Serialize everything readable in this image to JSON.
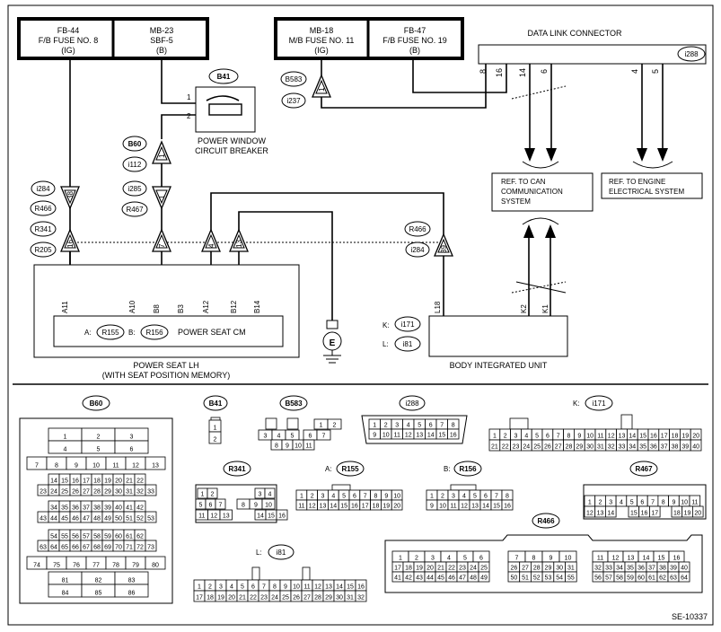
{
  "fuses": [
    {
      "code": "FB-44",
      "name": "F/B FUSE NO. 8",
      "mode": "(IG)"
    },
    {
      "code": "MB-23",
      "name": "SBF-5",
      "mode": "(B)"
    },
    {
      "code": "MB-18",
      "name": "M/B FUSE NO. 11",
      "mode": "(IG)"
    },
    {
      "code": "FB-47",
      "name": "F/B FUSE NO. 19",
      "mode": "(B)"
    }
  ],
  "breaker": {
    "tag": "B41",
    "label1": "POWER WINDOW",
    "label2": "CIRCUIT BREAKER",
    "pin1": "1",
    "pin2": "2"
  },
  "dlc": {
    "label": "DATA LINK CONNECTOR",
    "tag": "i288",
    "pins": [
      "8",
      "16",
      "14",
      "6",
      "4",
      "5"
    ]
  },
  "refs": {
    "can1": "REF. TO CAN",
    "can2": "COMMUNICATION",
    "can3": "SYSTEM",
    "eng1": "REF. TO ENGINE",
    "eng2": "ELECTRICAL SYSTEM"
  },
  "tags": {
    "b583": "B583",
    "i237": "i237",
    "b60": "B60",
    "i112": "i112",
    "i285": "i285",
    "r467": "R467",
    "i284": "i284",
    "r466": "R466",
    "r341": "R341",
    "r205": "R205",
    "r466b": "R466",
    "i284b": "i284"
  },
  "conn_pins": {
    "p1": "1",
    "p1b": "1",
    "p1c": "1",
    "p38": "38",
    "p16": "16",
    "p7": "7",
    "p4": "4",
    "p13": "13",
    "p39": "39"
  },
  "seat": {
    "pins": [
      "A11",
      "A10",
      "B8",
      "B3",
      "A12",
      "B12",
      "B14"
    ],
    "cm_label": "POWER SEAT CM",
    "a_label": "A:",
    "a_tag": "R155",
    "b_label": "B:",
    "b_tag": "R156",
    "title1": "POWER SEAT LH",
    "title2": "(WITH SEAT POSITION MEMORY)"
  },
  "ground": "E",
  "biu": {
    "pins": [
      "L18",
      "K2",
      "K1"
    ],
    "k_label": "K:",
    "k_tag": "i171",
    "l_label": "L:",
    "l_tag": "i81",
    "title": "BODY INTEGRATED UNIT"
  },
  "connectors": {
    "b60": "B60",
    "b41": "B41",
    "b583": "B583",
    "i288": "i288",
    "k_label": "K:",
    "i171": "i171",
    "r341": "R341",
    "a_label": "A:",
    "r155": "R155",
    "b_label": "B:",
    "r156": "R156",
    "r467": "R467",
    "r466": "R466",
    "l_label": "L:",
    "i81": "i81"
  },
  "b60_rows": [
    [
      "1",
      "2",
      "3"
    ],
    [
      "4",
      "5",
      "6"
    ],
    [
      "7",
      "8",
      "9",
      "10",
      "11",
      "12",
      "13"
    ],
    [
      "14",
      "15",
      "16",
      "17",
      "18",
      "19",
      "20",
      "21",
      "22"
    ],
    [
      "23",
      "24",
      "25",
      "26",
      "27",
      "28",
      "29",
      "30",
      "31",
      "32",
      "33"
    ],
    [
      "34",
      "35",
      "36",
      "37",
      "38",
      "39",
      "40",
      "41",
      "42"
    ],
    [
      "43",
      "44",
      "45",
      "46",
      "47",
      "48",
      "49",
      "50",
      "51",
      "52",
      "53"
    ],
    [
      "54",
      "55",
      "56",
      "57",
      "58",
      "59",
      "60",
      "61",
      "62"
    ],
    [
      "63",
      "64",
      "65",
      "66",
      "67",
      "68",
      "69",
      "70",
      "71",
      "72",
      "73"
    ],
    [
      "74",
      "75",
      "76",
      "77",
      "78",
      "79",
      "80"
    ],
    [
      "81",
      "82",
      "83"
    ],
    [
      "84",
      "85",
      "86"
    ]
  ],
  "b41_pins": [
    "1",
    "2"
  ],
  "b583_rows": [
    [
      "1",
      "2"
    ],
    [
      "3",
      "4",
      "5",
      "6",
      "7"
    ],
    [
      "8",
      "9",
      "10",
      "11"
    ]
  ],
  "i288_rows": [
    [
      "1",
      "2",
      "3",
      "4",
      "5",
      "6",
      "7",
      "8"
    ],
    [
      "9",
      "10",
      "11",
      "12",
      "13",
      "14",
      "15",
      "16"
    ]
  ],
  "i171_rows": [
    [
      "1",
      "2",
      "3",
      "4",
      "5",
      "6",
      "7",
      "8",
      "9",
      "10",
      "11",
      "12",
      "13",
      "14",
      "15",
      "16",
      "17",
      "18",
      "19",
      "20"
    ],
    [
      "21",
      "22",
      "23",
      "24",
      "25",
      "26",
      "27",
      "28",
      "29",
      "30",
      "31",
      "32",
      "33",
      "34",
      "35",
      "36",
      "37",
      "38",
      "39",
      "40"
    ]
  ],
  "r341_rows": [
    [
      "1",
      "2",
      "3",
      "4"
    ],
    [
      "5",
      "6",
      "7",
      "8",
      "9",
      "10"
    ],
    [
      "11",
      "12",
      "13",
      "14",
      "15",
      "16"
    ]
  ],
  "r155_rows": [
    [
      "1",
      "2",
      "3",
      "4",
      "5",
      "6",
      "7",
      "8",
      "9",
      "10"
    ],
    [
      "11",
      "12",
      "13",
      "14",
      "15",
      "16",
      "17",
      "18",
      "19",
      "20"
    ]
  ],
  "r156_rows": [
    [
      "1",
      "2",
      "3",
      "4",
      "5",
      "6",
      "7",
      "8"
    ],
    [
      "9",
      "10",
      "11",
      "12",
      "13",
      "14",
      "15",
      "16"
    ]
  ],
  "r467_rows": [
    [
      "1",
      "2",
      "3",
      "4",
      "5",
      "6",
      "7",
      "8",
      "9",
      "10",
      "11"
    ],
    [
      "12",
      "13",
      "14",
      "15",
      "16",
      "17",
      "18",
      "19",
      "20"
    ]
  ],
  "r466_rows": [
    [
      "1",
      "2",
      "3",
      "4",
      "5",
      "6"
    ],
    [
      "17",
      "18",
      "19",
      "20",
      "21",
      "22",
      "23",
      "24",
      "25"
    ],
    [
      "41",
      "42",
      "43",
      "44",
      "45",
      "46",
      "47",
      "48",
      "49"
    ],
    [
      "7",
      "8",
      "9",
      "10"
    ],
    [
      "26",
      "27",
      "28",
      "29",
      "30",
      "31"
    ],
    [
      "50",
      "51",
      "52",
      "53",
      "54",
      "55"
    ],
    [
      "11",
      "12",
      "13",
      "14",
      "15",
      "16"
    ],
    [
      "32",
      "33",
      "34",
      "35",
      "36",
      "37",
      "38",
      "39",
      "40"
    ],
    [
      "56",
      "57",
      "58",
      "59",
      "60",
      "61",
      "62",
      "63",
      "64"
    ]
  ],
  "i81_rows": [
    [
      "1",
      "2",
      "3",
      "4",
      "5",
      "6",
      "7",
      "8",
      "9",
      "10",
      "11",
      "12",
      "13",
      "14",
      "15",
      "16"
    ],
    [
      "17",
      "18",
      "19",
      "20",
      "21",
      "22",
      "23",
      "24",
      "25",
      "26",
      "27",
      "28",
      "29",
      "30",
      "31",
      "32"
    ]
  ],
  "footer": "SE-10337"
}
